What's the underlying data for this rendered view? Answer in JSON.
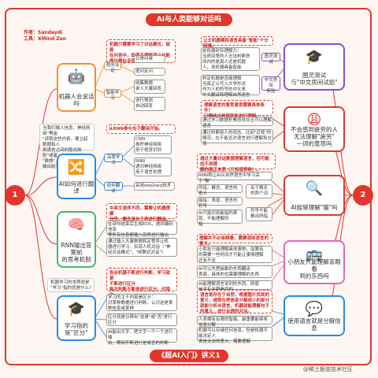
{
  "title": "AI与人类能够对话吗",
  "meta": {
    "author": "作者：Sandaydi",
    "tool": "工具：XMind Zen"
  },
  "footer": "《超AI入门》讲义1",
  "watermark": "@稀土掘金技术社区",
  "side_left": "1",
  "side_right": "2",
  "colors": {
    "accent": "#e2362b",
    "orange": "#f0902a",
    "blue": "#2c8ae0",
    "green": "#45b86b",
    "purple": "#8a4fd0",
    "pink": "#e06ab0"
  },
  "left": [
    {
      "topic": "机器人会说话吗",
      "icon": "robot-icon",
      "note": "机器只需要学习了对话模式，就能\n在问答中，即使不理解语义也能\n做出看似合理的回复。",
      "branches": [
        {
          "label": "程序设定",
          "items": [
            "日常问候",
            "提问反问"
          ]
        },
        {
          "label": "智能学习",
          "items": [
            "收集数据\n录入大量回答",
            "进行预测\n自动回答"
          ]
        }
      ]
    },
    {
      "topic": "AI如何进行翻译",
      "icon": "flowchart-icon",
      "intro": "当我们输入信息，神经网络\"黑盒\n\"读取这些内容，建立起数据和人\n类语言之间的隐式映射\"或者\n\"联想\"，最后\n输出给我们。",
      "note": "从RNN参与句子翻译开始。",
      "branches": [
        {
          "label": "深度学习",
          "items": [
            "CNN\n卷积神经网络\n用于视觉识别",
            "RNN\n递归神经网络\n用于语言处理"
          ]
        },
        {
          "label": "如何翻译",
          "items": [
            "采用seq2seq技术"
          ]
        }
      ]
    },
    {
      "topic": "RNN输出答案前\n的思考机制",
      "icon": "brain-icon",
      "note": "中英文语序不同，需要让机器理解\n句号，要先读句子再进行翻译。",
      "items": [
        "在读句结束后生成EOS，遇到编码信息\n等所有信息都输入后再进行输出",
        "通过输入大量数据和定程序让机\n器进行学习，实现人机对话（\"神\n经对话模式\"，\"闲聊式对话\"）"
      ]
    },
    {
      "topic": "学习指的是\"区分\"",
      "icon": "graduate-icon",
      "intro": "机器学习的本质就是\n\"学习\"指的就是什么?",
      "note": "告诉机器不断进行判断，学习就是\n不断进行区分\n每次判断不断地进行区分，对错由\n人类进行判断。",
      "items": [
        "学习的主干内容是区分：\n对某种数据进行判断，认识这是某\n种信息或某种",
        "区分就是分辨出\"这是\"或\"否\"进行\n区分",
        "AI能出文字、把文字一个一个进行输\n出，期间不断进行是或否的判断"
      ]
    }
  ],
  "right": [
    {
      "topic": "图灵测试\n与\"中文房间试验\"",
      "icon": "graduate-cap-icon",
      "note": "让文机器模拟语言具备\"智能\"十分困难。",
      "items": [
        "给机器封存理解力：\n当房间里的人无法判断房\n间内的是真人还是机器\n人，说机器具备智能",
        "判定机器是否能理解\n当真正以写入文学形式\n作为人的符号的中文来\n中文翻译和理解自然语言"
      ],
      "labels": [
        "图灵测试",
        "中文房间\n实验"
      ]
    },
    {
      "topic": "不会感到疲劳的人\n无法理解\"疲劳\"\n一词的意思吗",
      "icon": "tired-face-icon",
      "note": "理解语言的意思意思需要具体条件？\n只要给出样例就能进行理解。",
      "items": [
        "通过学习数据积累感觉并且可以理解语言",
        "通过判断别人的状态，比如\"近视\"的\n情况，在于能否对语言进行理解和交流"
      ]
    },
    {
      "topic": "AI能够理解\"猫\"吗",
      "icon": "magnifier-icon",
      "note": "通过大量对话数据理解语言，但可能找不到理\n解的真正本质（只知道表象）。",
      "items": [
        "RNN将让AI从自然语言中学习关于\"猫\"",
        "所指：概念，语言的意义",
        "能指：表现，语言的符号",
        "AI只能识别能指的表现，不能理解所\n指",
        "AI从能指可以判断"
      ],
      "labels": [
        "关于概念\n的两个词",
        "符号不能\n推出所指"
      ]
    },
    {
      "topic": "小朋友只能理解亲眼看\n到的东西吗",
      "icon": "bus-icon",
      "note": "理解并不必亲眼看，需要调用语言的意义。",
      "items": [
        "小朋友只能理解具体事物，如果有\n的需要一些时间才可能让事情理解\n还有不足",
        "AI可以先把抽象的东西翻译\n表面，具体的也需要理解的东西",
        "AI能理解语言说到的东西，即使\n是没有亲眼看到的"
      ]
    },
    {
      "topic": "使用语言就是分解信息",
      "icon": "chat-bubble-icon",
      "note": "语言是存在于自然，根据图片找到的\n意义，通常在把信息分解成小的部分\n就能分析出语言，机器就能理解句子\n的意义，进行合理的对话。",
      "items": [
        "人类拥有有限的智能，最重要能够将信息分解",
        "机器可以存储任何信息，但是机器不能决定人\n类是交谈的意义，需要理解"
      ]
    }
  ]
}
